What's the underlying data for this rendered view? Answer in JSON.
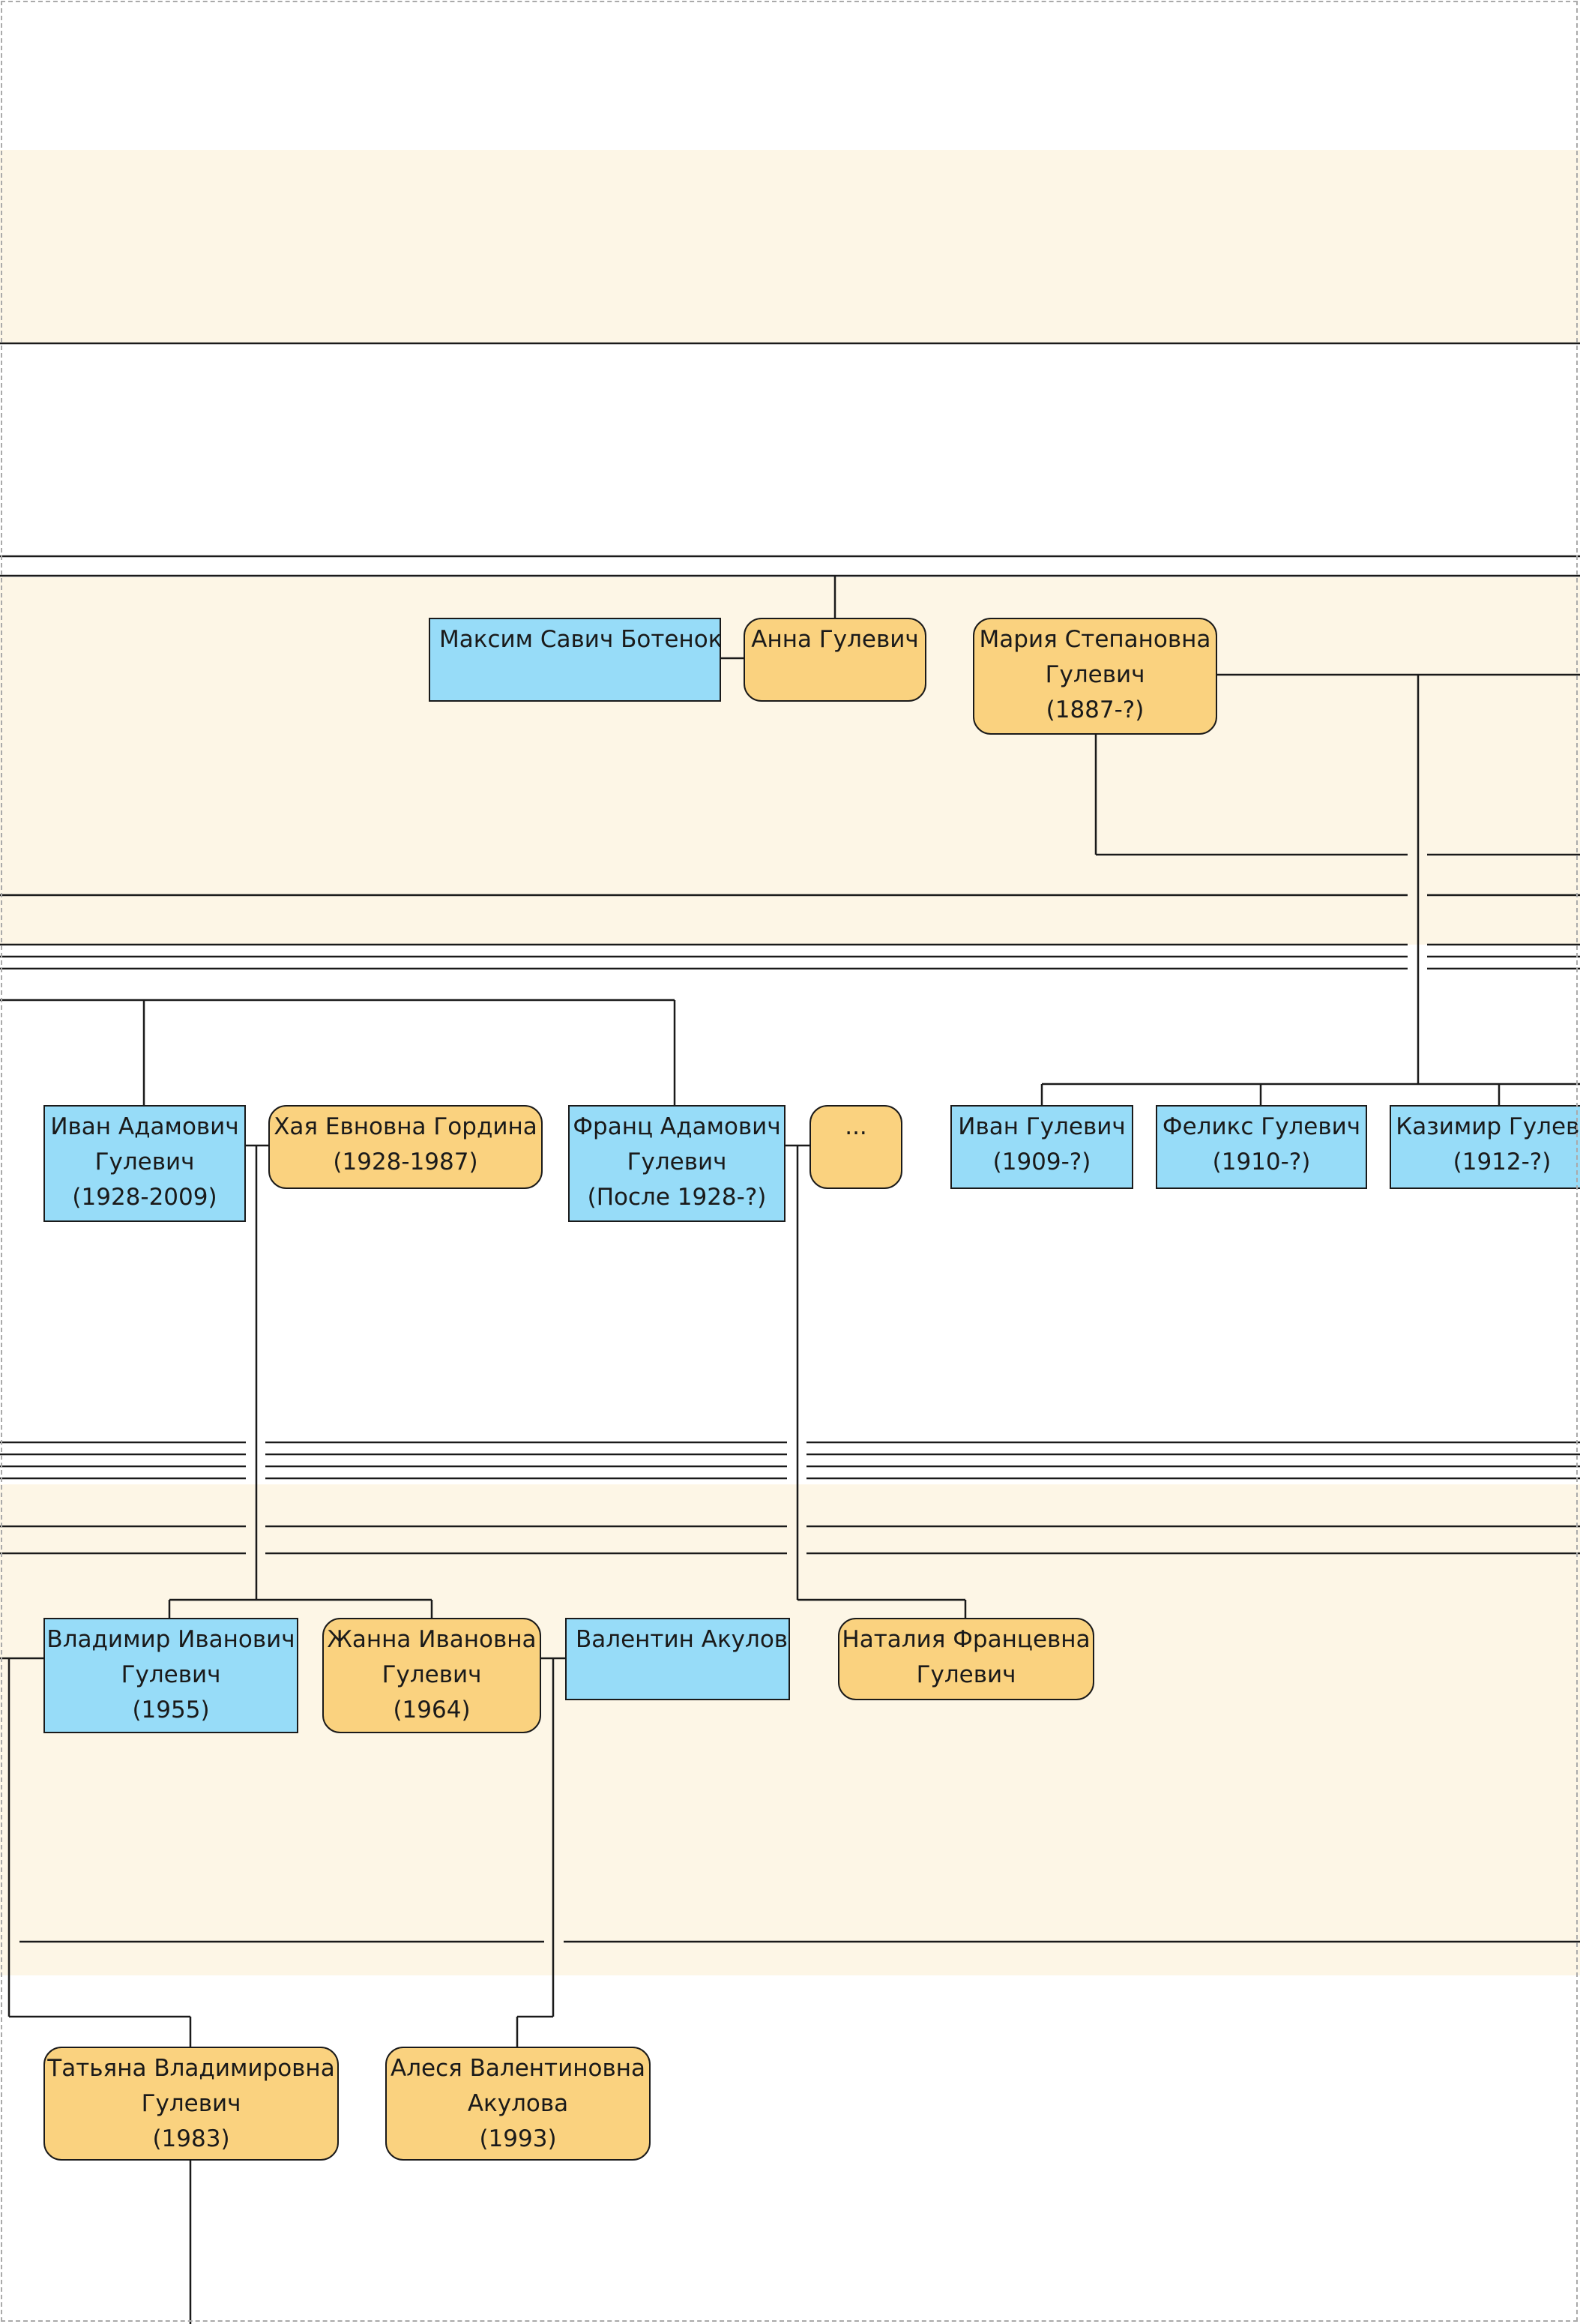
{
  "colors": {
    "male": "#97dcf8",
    "female": "#fad27f",
    "band": "#fdf6e6",
    "line": "#1a1a1a"
  },
  "people": {
    "maksim": {
      "lines": [
        "Максим Савич Ботенок"
      ],
      "gender": "male"
    },
    "anna": {
      "lines": [
        "Анна Гулевич"
      ],
      "gender": "female"
    },
    "maria": {
      "lines": [
        "Мария Степановна",
        "Гулевич",
        "(1887-?)"
      ],
      "gender": "female"
    },
    "ivan_a": {
      "lines": [
        "Иван Адамович",
        "Гулевич",
        "(1928-2009)"
      ],
      "gender": "male"
    },
    "khaya": {
      "lines": [
        "Хая Евновна Гордина",
        "(1928-1987)"
      ],
      "gender": "female"
    },
    "frants": {
      "lines": [
        "Франц Адамович",
        "Гулевич",
        "(После 1928-?)"
      ],
      "gender": "male"
    },
    "unknown": {
      "lines": [
        "..."
      ],
      "gender": "female"
    },
    "ivan_g": {
      "lines": [
        "Иван Гулевич",
        "(1909-?)"
      ],
      "gender": "male"
    },
    "feliks": {
      "lines": [
        "Феликс Гулевич",
        "(1910-?)"
      ],
      "gender": "male"
    },
    "kazimir": {
      "lines": [
        "Казимир Гулевич",
        "(1912-?)"
      ],
      "gender": "male"
    },
    "vladimir": {
      "lines": [
        "Владимир Иванович",
        "Гулевич",
        "(1955)"
      ],
      "gender": "male"
    },
    "zhanna": {
      "lines": [
        "Жанна Ивановна",
        "Гулевич",
        "(1964)"
      ],
      "gender": "female"
    },
    "valentin": {
      "lines": [
        "Валентин Акулов"
      ],
      "gender": "male"
    },
    "natalia": {
      "lines": [
        "Наталия Францевна",
        "Гулевич"
      ],
      "gender": "female"
    },
    "tatyana": {
      "lines": [
        "Татьяна Владимировна",
        "Гулевич",
        "(1983)"
      ],
      "gender": "female"
    },
    "alesya": {
      "lines": [
        "Алеся Валентиновна",
        "Акулова",
        "(1993)"
      ],
      "gender": "female"
    }
  }
}
